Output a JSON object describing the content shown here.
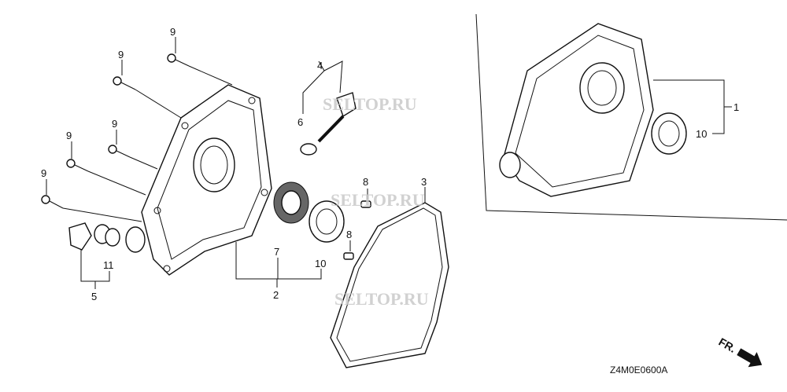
{
  "diagram": {
    "part_labels": {
      "bolt_a": "9",
      "bolt_b": "9",
      "bolt_c": "9",
      "bolt_d": "9",
      "bolt_e": "9",
      "dipstick": "4",
      "dipstick_oring": "6",
      "pin_a": "8",
      "pin_b": "8",
      "gasket": "3",
      "oil_seal": "7",
      "bearing": "10",
      "cover_assy": "2",
      "seal_small": "11",
      "plug_assy": "5",
      "inset_cover": "1",
      "inset_bearing": "10"
    },
    "watermark": "SELTOP.RU",
    "drawing_code": "Z4M0E0600A",
    "direction_label": "FR."
  }
}
